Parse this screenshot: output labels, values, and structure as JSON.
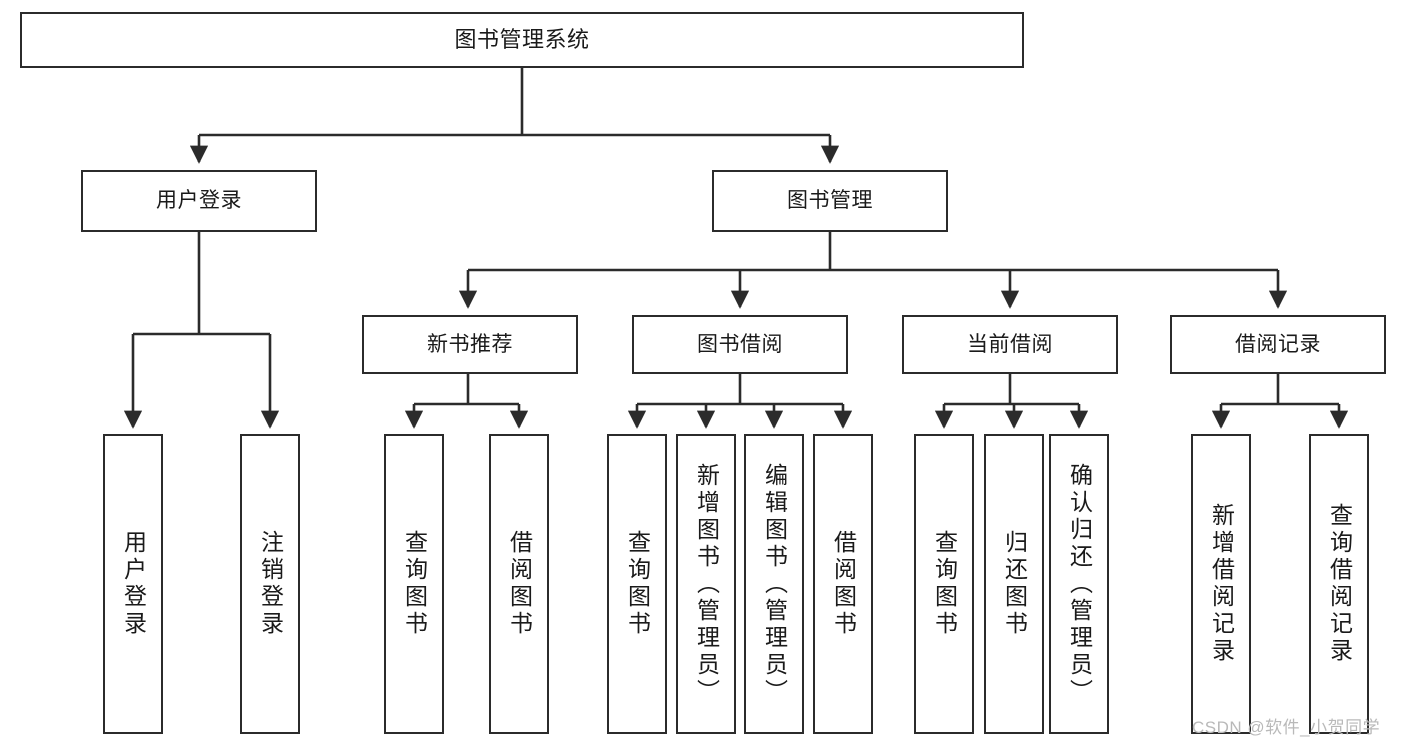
{
  "diagram": {
    "title": "图书管理系统",
    "type": "tree-hierarchy",
    "root": {
      "label": "图书管理系统"
    },
    "level2": [
      {
        "label": "用户登录"
      },
      {
        "label": "图书管理"
      }
    ],
    "level3": [
      {
        "label": "新书推荐"
      },
      {
        "label": "图书借阅"
      },
      {
        "label": "当前借阅"
      },
      {
        "label": "借阅记录"
      }
    ],
    "leaves": {
      "user_login": [
        {
          "label": "用户登录"
        },
        {
          "label": "注销登录"
        }
      ],
      "new_book_recommend": [
        {
          "label": "查询图书"
        },
        {
          "label": "借阅图书"
        }
      ],
      "book_borrow": [
        {
          "label": "查询图书"
        },
        {
          "label": "新增图书（管理员）"
        },
        {
          "label": "编辑图书（管理员）"
        },
        {
          "label": "借阅图书"
        }
      ],
      "current_borrow": [
        {
          "label": "查询图书"
        },
        {
          "label": "归还图书"
        },
        {
          "label": "确认归还（管理员）"
        }
      ],
      "borrow_record": [
        {
          "label": "新增借阅记录"
        },
        {
          "label": "查询借阅记录"
        }
      ]
    }
  },
  "watermark": {
    "text": "CSDN @软件_小贺同学"
  },
  "colors": {
    "border": "#2b2b2b",
    "background": "#ffffff",
    "text": "#1a1a1a",
    "watermark": "#b9b9b9"
  }
}
